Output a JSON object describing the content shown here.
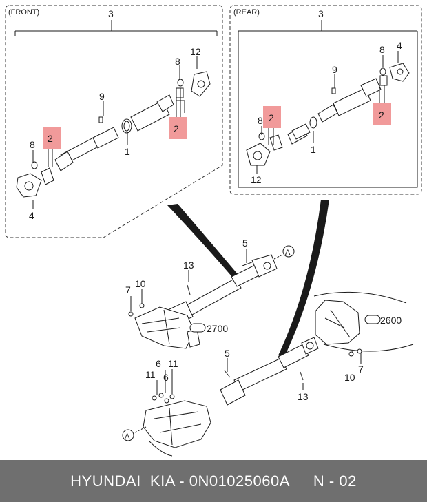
{
  "panels": {
    "front": {
      "title": "(FRONT)"
    },
    "rear": {
      "title": "(REAR)"
    }
  },
  "callouts": {
    "front": {
      "c3": "3",
      "c12": "12",
      "c8a": "8",
      "c8b": "8",
      "c9": "9",
      "c2a": "2",
      "c2b": "2",
      "c1": "1",
      "c4": "4"
    },
    "rear": {
      "c3": "3",
      "c8a": "8",
      "c4": "4",
      "c9": "9",
      "c2a": "2",
      "c2b": "2",
      "c8b": "8",
      "c1": "1",
      "c12": "12"
    },
    "assembly": {
      "c5a": "5",
      "circleA1": "A",
      "c13a": "13",
      "c7a": "7",
      "c10a": "10",
      "ref2700": "2700",
      "ref2600": "2600",
      "c7b": "7",
      "c10b": "10",
      "c5b": "5",
      "c13b": "13",
      "c6a": "6",
      "c11a": "11",
      "c11b": "11",
      "c6b": "6",
      "circleA2": "A"
    }
  },
  "footer": {
    "part_text": "HYUNDAI  KIA - 0N01025060A",
    "page_text": "N - 02"
  },
  "colors": {
    "highlight": "#f19a9a",
    "footer_bg": "#6f6f6f",
    "footer_text": "#ffffff"
  }
}
